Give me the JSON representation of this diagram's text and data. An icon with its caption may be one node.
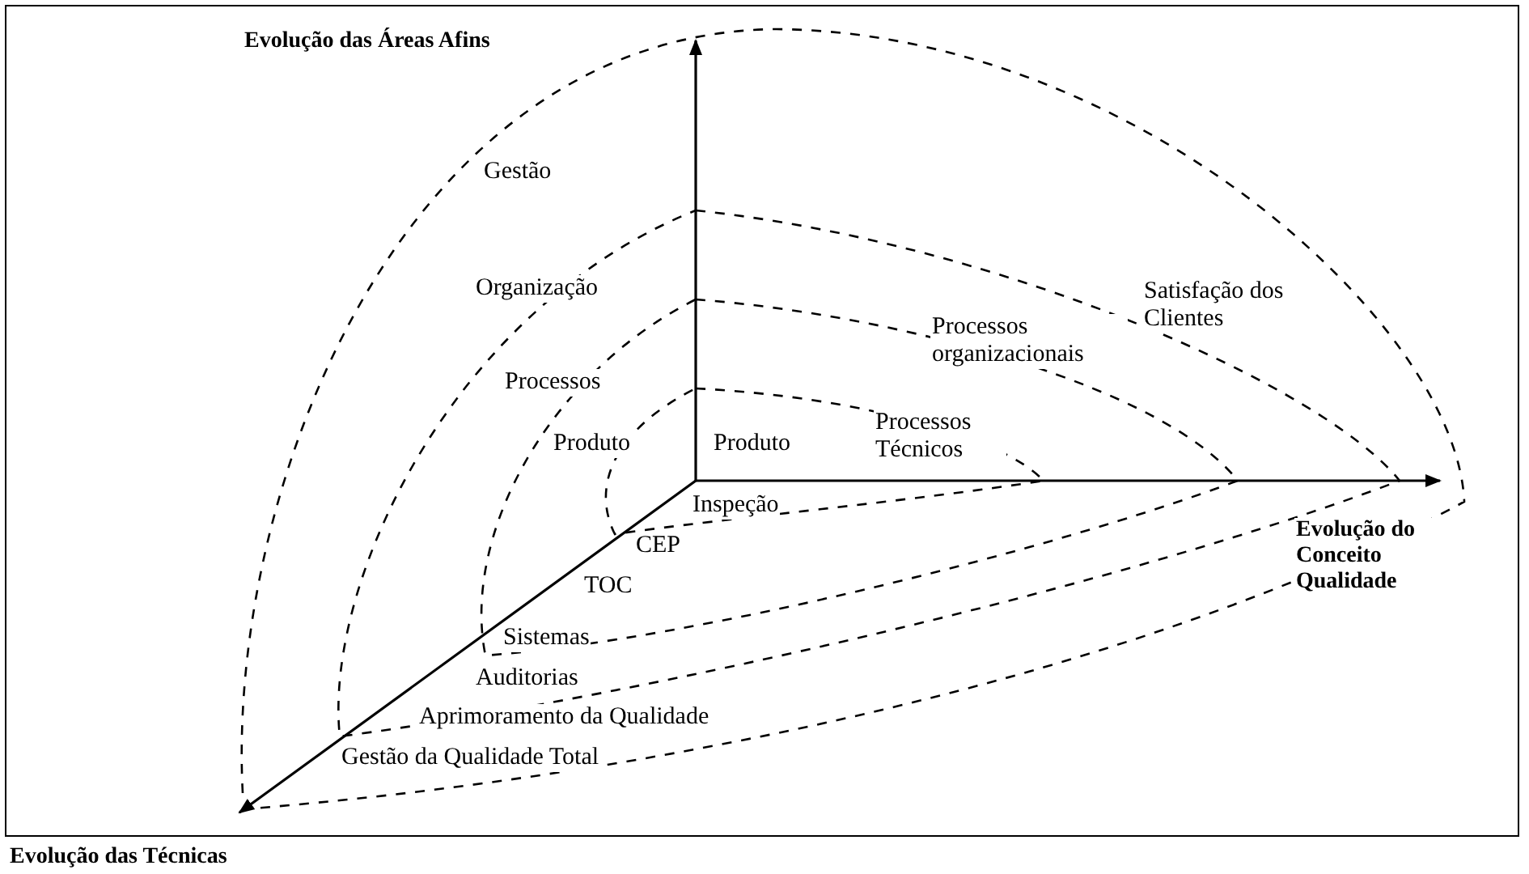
{
  "diagram": {
    "labels": [
      "Evolução das Áreas Afins",
      "Gestão",
      "Organização",
      "Processos",
      "Produto",
      "Produto",
      "Processos Técnicos",
      "Processos organizacionais",
      "Satisfação dos Clientes",
      "Evolução do Conceito Qualidade",
      "Inspeção",
      "CEP",
      "TOC",
      "Sistemas",
      "Auditorias",
      "Aprimoramento da Qualidade",
      "Gestão da Qualidade Total",
      "Evolução das Técnicas"
    ]
  }
}
